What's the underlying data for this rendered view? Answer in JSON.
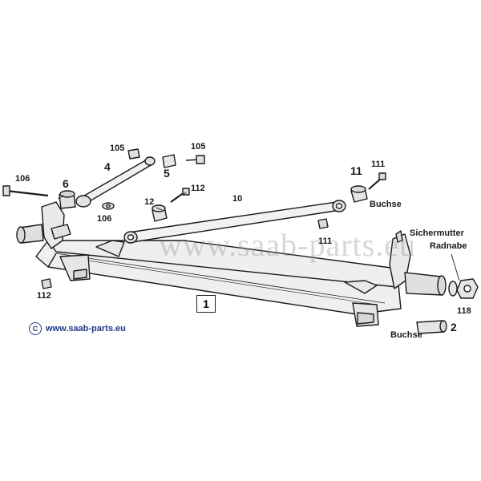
{
  "diagram": {
    "watermark": "www.saab-parts.eu",
    "copyright": {
      "symbol": "C",
      "text": "www.saab-parts.eu"
    },
    "main_part": "1",
    "labels": {
      "p105a": "105",
      "p105b": "105",
      "p4": "4",
      "p5": "5",
      "p106a": "106",
      "p6": "6",
      "p106b": "106",
      "p112a": "112",
      "p12": "12",
      "p10": "10",
      "p11": "11",
      "p111a": "111",
      "buchse1": "Buchse",
      "p111b": "111",
      "sichermutter": "Sichermutter",
      "radnabe": "Radnabe",
      "p118": "118",
      "p2": "2",
      "buchse2": "Buchse",
      "p112b": "112"
    },
    "colors": {
      "line": "#1a1a1a",
      "part_fill": "#eeeeee",
      "brand": "#1f3a8a"
    }
  }
}
